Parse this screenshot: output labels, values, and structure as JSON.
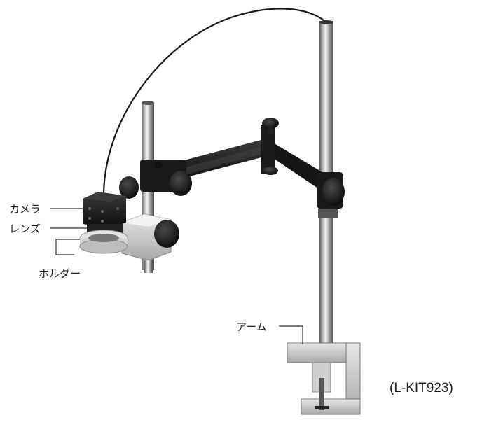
{
  "labels": {
    "camera": "カメラ",
    "lens": "レンズ",
    "holder": "ホルダー",
    "arm": "アーム"
  },
  "model_code": "(L-KIT923)",
  "colors": {
    "metal_light": "#e6e6e6",
    "metal_dark": "#6a6a6a",
    "black_part": "#1a1a1a",
    "leader_line": "#333333"
  }
}
